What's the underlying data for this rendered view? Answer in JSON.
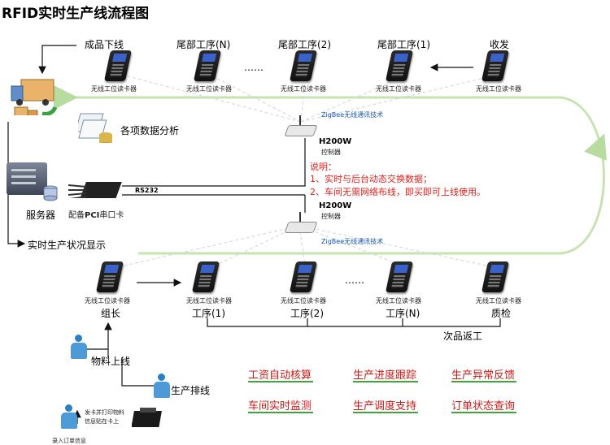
{
  "title": "RFID实时生产线流程图",
  "top_labels": [
    "成品下线",
    "尾部工序(N)",
    "尾部工序(2)",
    "尾部工序(1)",
    "收发"
  ],
  "ellipsis": "……",
  "reader_label": "无线工位读卡器",
  "analysis": "各项数据分析",
  "zigbee": "ZigBee无线通讯技术",
  "controller": {
    "model": "H200W",
    "name": "控制器"
  },
  "note": {
    "heading": "说明：",
    "line1": "1、实时与后台动态交换数据；",
    "line2": "2、车间无需网络布线，即买即可上线使用。"
  },
  "rs232": "RS232",
  "server": "服务器",
  "pci_prefix": "配备",
  "pci_bold": "PCI",
  "pci_suffix": "串口卡",
  "realtime": "实时生产状况显示",
  "bottom_labels": [
    "组长",
    "工序(1)",
    "工序(2)",
    "工序(N)",
    "质检"
  ],
  "rework": "次品返工",
  "material": "物料上线",
  "schedule": "生产排线",
  "print_card": {
    "line1": "发卡并打印物料",
    "line2": "信息贴在卡上"
  },
  "order_input": "录入订单信息",
  "features": [
    "工资自动核算",
    "生产进度跟踪",
    "生产异常反馈",
    "车间实时监测",
    "生产调度支持",
    "订单状态查询"
  ]
}
